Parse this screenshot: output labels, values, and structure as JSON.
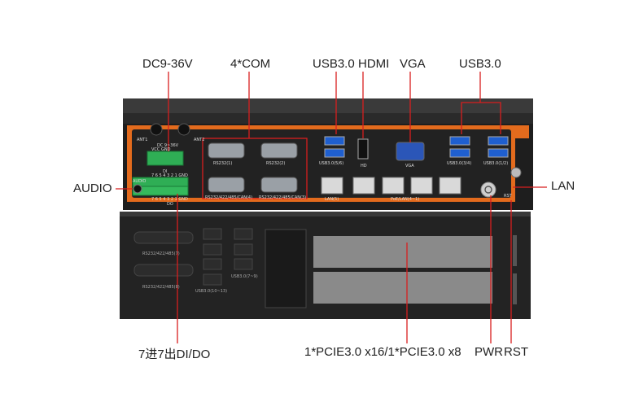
{
  "callouts": {
    "dc": "DC9-36V",
    "com": "4*COM",
    "usb_a": "USB3.0",
    "hdmi": "HDMI",
    "vga": "VGA",
    "usb_b": "USB3.0",
    "audio": "AUDIO",
    "lan": "LAN",
    "dido": "7进7出DI/DO",
    "pcie": "1*PCIE3.0 x16/1*PCIE3.0 x8",
    "pwr": "PWR",
    "rst": "RST"
  },
  "panel_labels": {
    "ant1": "ANT1",
    "ant2": "ANT2",
    "dc_power": "DC 9~36V",
    "vcc_gnd": "VCC GND",
    "audio": "AUDIO",
    "di": "DI",
    "di_nums": "7 6 5 4 3 2 1 GND",
    "do": "DO",
    "do_nums": "7 6 5 4 3 2 1 GND",
    "rs232_1": "RS232(1)",
    "rs232_2": "RS232(2)",
    "rs485_4": "RS232/422/485/CAN(4)",
    "rs485_3": "RS232/422/485/CAN(3)",
    "usb_56": "USB3.0(5/6)",
    "hd": "HD",
    "vga": "VGA",
    "usb_34": "USB3.0(3/4)",
    "usb_12": "USB3.0(1/2)",
    "lan5": "LAN(5)",
    "poe": "PoE/LAN(4~1)",
    "rst": "RST",
    "exp_rs7": "RS232/422/485(7)",
    "exp_rs8": "RS232/422/485(8)",
    "exp_usb79": "USB3.0(7~9)",
    "exp_usb1013": "USB3.0(10~13)"
  }
}
